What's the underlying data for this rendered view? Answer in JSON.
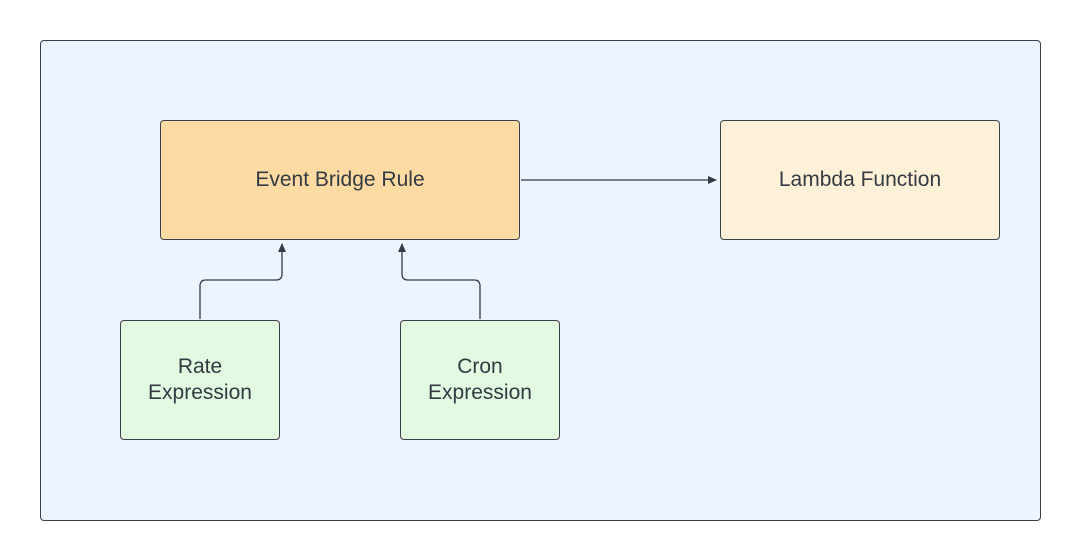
{
  "diagram": {
    "nodes": {
      "event_bridge_rule": {
        "label": "Event Bridge Rule",
        "fill": "#fddba3"
      },
      "lambda_function": {
        "label": "Lambda Function",
        "fill": "#fff1d8"
      },
      "rate_expression": {
        "label": "Rate\nExpression",
        "fill": "#e2f9e2"
      },
      "cron_expression": {
        "label": "Cron\nExpression",
        "fill": "#e2f9e2"
      }
    },
    "edges": [
      {
        "from": "Event Bridge Rule",
        "to": "Lambda Function"
      },
      {
        "from": "Rate Expression",
        "to": "Event Bridge Rule"
      },
      {
        "from": "Cron Expression",
        "to": "Event Bridge Rule"
      }
    ],
    "colors": {
      "canvas_fill": "#edf4ff",
      "stroke": "#3a3f45"
    }
  }
}
